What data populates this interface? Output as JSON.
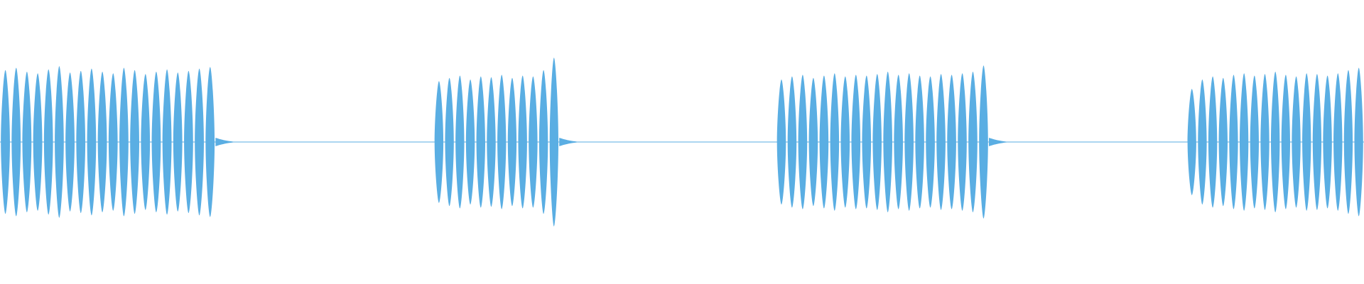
{
  "waveform": {
    "color": "#5aaee3",
    "segments": [
      {
        "start": 0.0,
        "end": 0.158,
        "cycles": 20,
        "amplitudes": [
          0.92,
          0.95,
          0.9,
          0.88,
          0.93,
          0.97,
          0.89,
          0.91,
          0.94,
          0.9,
          0.88,
          0.95,
          0.92,
          0.87,
          0.9,
          0.93,
          0.89,
          0.91,
          0.94,
          0.96
        ]
      },
      {
        "start": 0.318,
        "end": 0.41,
        "cycles": 12,
        "amplitudes": [
          0.78,
          0.82,
          0.85,
          0.8,
          0.84,
          0.83,
          0.86,
          0.82,
          0.85,
          0.84,
          0.92,
          1.08
        ]
      },
      {
        "start": 0.569,
        "end": 0.725,
        "cycles": 20,
        "amplitudes": [
          0.8,
          0.84,
          0.86,
          0.82,
          0.85,
          0.88,
          0.84,
          0.86,
          0.85,
          0.87,
          0.9,
          0.86,
          0.88,
          0.85,
          0.84,
          0.87,
          0.86,
          0.88,
          0.9,
          0.98
        ]
      },
      {
        "start": 0.87,
        "end": 1.0,
        "cycles": 17,
        "amplitudes": [
          0.68,
          0.8,
          0.84,
          0.82,
          0.86,
          0.88,
          0.85,
          0.87,
          0.9,
          0.86,
          0.84,
          0.88,
          0.87,
          0.85,
          0.88,
          0.92,
          0.95
        ]
      }
    ]
  }
}
